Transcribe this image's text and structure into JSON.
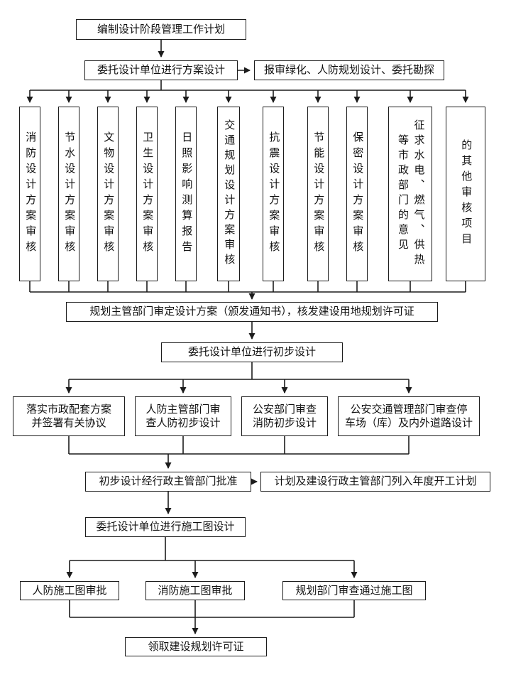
{
  "flow": {
    "step_plan": "编制设计阶段管理工作计划",
    "step_scheme_design": "委托设计单位进行方案设计",
    "side_note": "报审绿化、人防规划设计、委托勘探",
    "reviews": [
      "消防设计方案审核",
      "节水设计方案审核",
      "文物设计方案审核",
      "卫生设计方案审核",
      "日照影响测算报告",
      "交通规划设计方案审核",
      "抗震设计方案审核",
      "节能设计方案审核",
      "保密设计方案审核"
    ],
    "municipal_review": {
      "column1": "征求水电、燃气、供热",
      "column2": "等市政部门的意见"
    },
    "other_review": "的其他审核项目",
    "plan_approval": "规划主管部门审定设计方案（颁发通知书），核发建设用地规划许可证",
    "step_preliminary_design": "委托设计单位进行初步设计",
    "preliminary_reviews": [
      "落实市政配套方案\n并签署有关协议",
      "人防主管部门审\n查人防初步设计",
      "公安部门审查\n消防初步设计",
      "公安交通管理部门审查停\n车场（库）及内外道路设计"
    ],
    "preliminary_approval": "初步设计经行政主管部门批准",
    "annual_plan": "计划及建设行政主管部门列入年度开工计划",
    "step_construction_drawing": "委托设计单位进行施工图设计",
    "construction_reviews": [
      "人防施工图审批",
      "消防施工图审批",
      "规划部门审查通过施工图"
    ],
    "final_permit": "领取建设规划许可证"
  }
}
